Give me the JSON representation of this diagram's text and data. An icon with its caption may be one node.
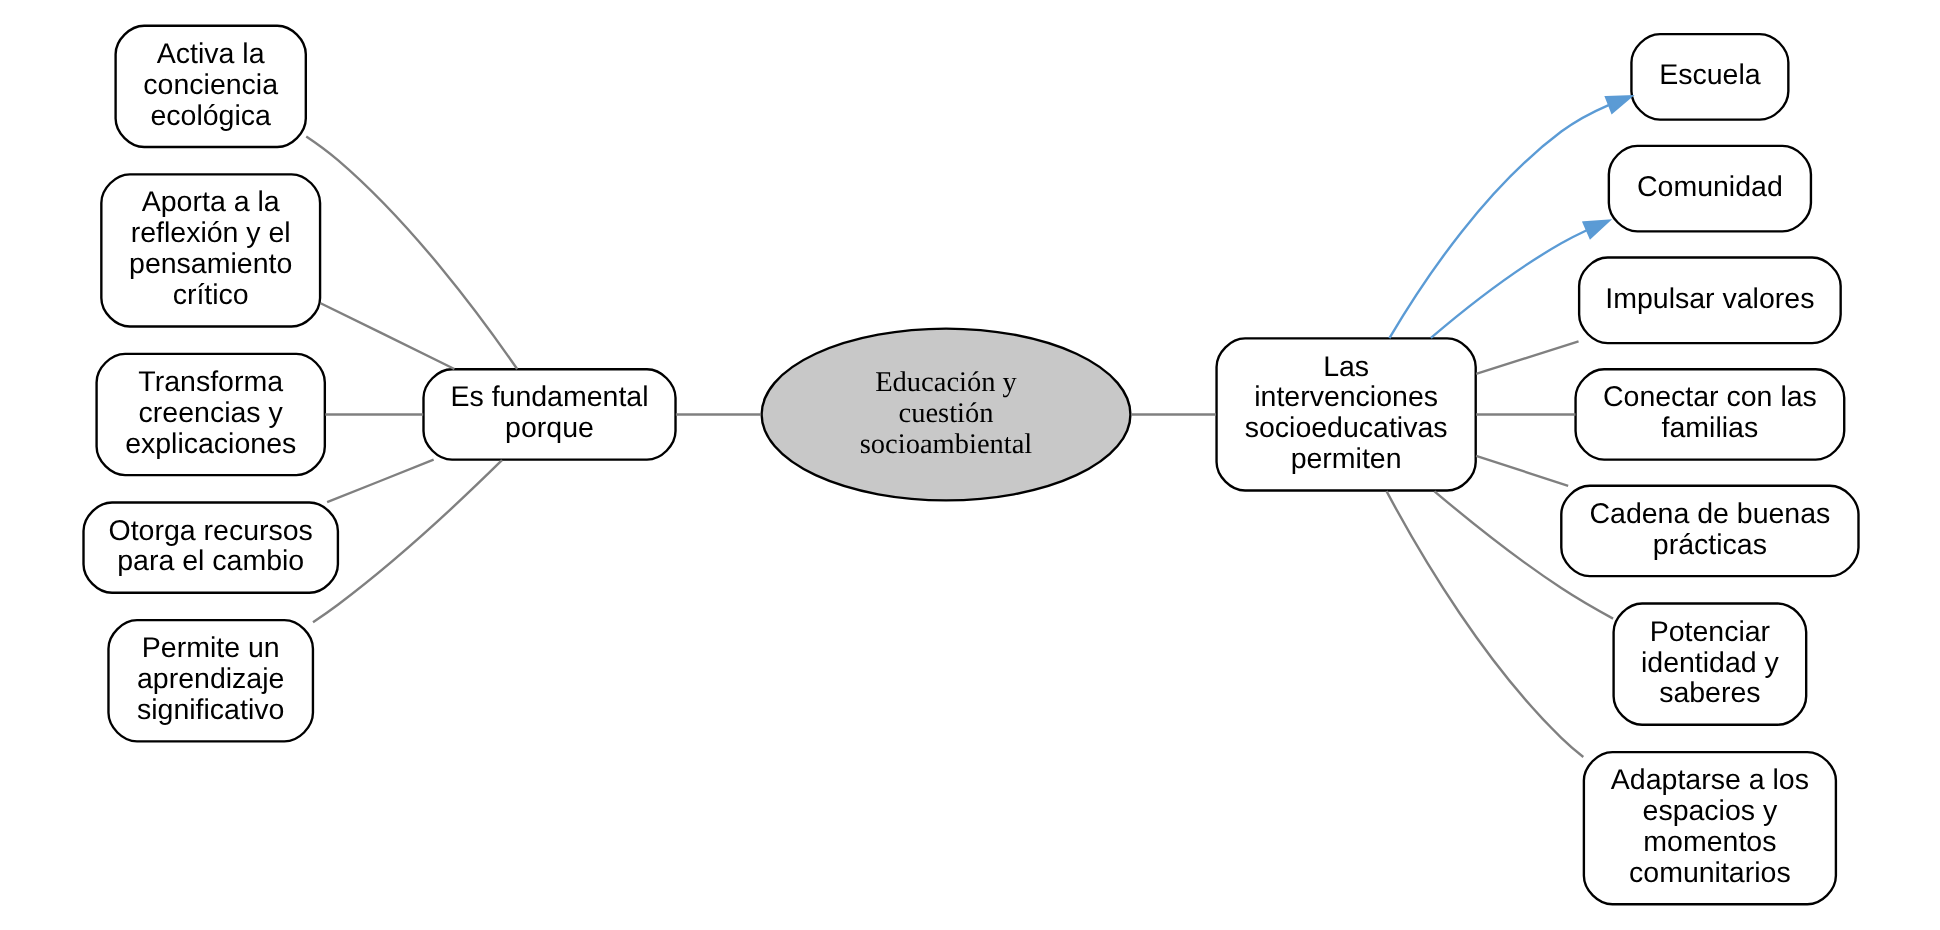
{
  "diagram": {
    "nodes": [
      {
        "text": [
          "Educación y cuestión socioambiental"
        ]
      },
      {
        "text": [
          "Es fundamental porque"
        ]
      },
      {
        "text": [
          "Activa la conciencia ecológica"
        ]
      },
      {
        "text": [
          "Aporta a la reflexión y el pensamiento crítico"
        ]
      },
      {
        "text": [
          "Transforma creencias y explicaciones"
        ]
      },
      {
        "text": [
          "Otorga recursos para el cambio"
        ]
      },
      {
        "text": [
          "Permite un aprendizaje significativo"
        ]
      },
      {
        "text": [
          "Las intervenciones socioeducativas permiten"
        ]
      },
      {
        "text": [
          "Escuela"
        ]
      },
      {
        "text": [
          "Comunidad"
        ]
      },
      {
        "text": [
          "Impulsar valores"
        ]
      },
      {
        "text": [
          "Conectar con las familias"
        ]
      },
      {
        "text": [
          "Cadena de buenas prácticas"
        ]
      },
      {
        "text": [
          "Potenciar identidad y saberes"
        ]
      },
      {
        "text": [
          "Adaptarse a los espacios y momentos comunitarios"
        ]
      }
    ],
    "edges": [
      {
        "from": 0,
        "to": 1,
        "arrow": "none"
      },
      {
        "from": 1,
        "to": 2,
        "arrow": "none"
      },
      {
        "from": 1,
        "to": 3,
        "arrow": "none"
      },
      {
        "from": 1,
        "to": 4,
        "arrow": "none"
      },
      {
        "from": 1,
        "to": 5,
        "arrow": "none"
      },
      {
        "from": 1,
        "to": 6,
        "arrow": "none"
      },
      {
        "from": 0,
        "to": 7,
        "arrow": "none"
      },
      {
        "from": 7,
        "to": 8,
        "arrow": "to",
        "color": "#5b9bd5"
      },
      {
        "from": 7,
        "to": 9,
        "arrow": "to",
        "color": "#5b9bd5"
      },
      {
        "from": 7,
        "to": 10,
        "arrow": "none"
      },
      {
        "from": 7,
        "to": 11,
        "arrow": "none"
      },
      {
        "from": 7,
        "to": 12,
        "arrow": "none"
      },
      {
        "from": 7,
        "to": 13,
        "arrow": "none"
      },
      {
        "from": 7,
        "to": 14,
        "arrow": "none"
      }
    ]
  }
}
